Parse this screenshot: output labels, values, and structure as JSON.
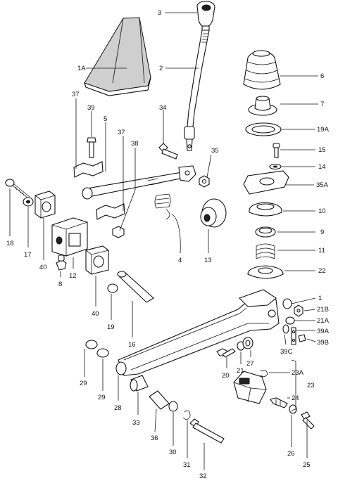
{
  "callouts": [
    {
      "id": "c3",
      "text": "3"
    },
    {
      "id": "c1A",
      "text": "1A"
    },
    {
      "id": "c2",
      "text": "2"
    },
    {
      "id": "c6",
      "text": "6"
    },
    {
      "id": "c7",
      "text": "7"
    },
    {
      "id": "c19A",
      "text": "19A"
    },
    {
      "id": "c37a",
      "text": "37"
    },
    {
      "id": "c39",
      "text": "39"
    },
    {
      "id": "c34",
      "text": "34"
    },
    {
      "id": "c5",
      "text": "5"
    },
    {
      "id": "c37b",
      "text": "37"
    },
    {
      "id": "c38",
      "text": "38"
    },
    {
      "id": "c15",
      "text": "15"
    },
    {
      "id": "c35",
      "text": "35"
    },
    {
      "id": "c14",
      "text": "14"
    },
    {
      "id": "c35A",
      "text": "35A"
    },
    {
      "id": "c10",
      "text": "10"
    },
    {
      "id": "c9",
      "text": "9"
    },
    {
      "id": "c11",
      "text": "11"
    },
    {
      "id": "c22",
      "text": "22"
    },
    {
      "id": "c18",
      "text": "18"
    },
    {
      "id": "c17",
      "text": "17"
    },
    {
      "id": "c40a",
      "text": "40"
    },
    {
      "id": "c8",
      "text": "8"
    },
    {
      "id": "c12",
      "text": "12"
    },
    {
      "id": "c4",
      "text": "4"
    },
    {
      "id": "c13",
      "text": "13"
    },
    {
      "id": "c40b",
      "text": "40"
    },
    {
      "id": "c19",
      "text": "19"
    },
    {
      "id": "c16",
      "text": "16"
    },
    {
      "id": "c1",
      "text": "1"
    },
    {
      "id": "c21B",
      "text": "21B"
    },
    {
      "id": "c21A",
      "text": "21A"
    },
    {
      "id": "c39A",
      "text": "39A"
    },
    {
      "id": "c39B",
      "text": "39B"
    },
    {
      "id": "c39C",
      "text": "39C"
    },
    {
      "id": "c29a",
      "text": "29"
    },
    {
      "id": "c29b",
      "text": "29"
    },
    {
      "id": "c28",
      "text": "28"
    },
    {
      "id": "c33",
      "text": "33"
    },
    {
      "id": "c20",
      "text": "20"
    },
    {
      "id": "c21",
      "text": "21"
    },
    {
      "id": "c27",
      "text": "27"
    },
    {
      "id": "c23A",
      "text": "23A"
    },
    {
      "id": "c23",
      "text": "23"
    },
    {
      "id": "c24",
      "text": "24"
    },
    {
      "id": "c36",
      "text": "36"
    },
    {
      "id": "c30",
      "text": "30"
    },
    {
      "id": "c31",
      "text": "31"
    },
    {
      "id": "c32",
      "text": "32"
    },
    {
      "id": "c26",
      "text": "26"
    },
    {
      "id": "c25",
      "text": "25"
    }
  ]
}
